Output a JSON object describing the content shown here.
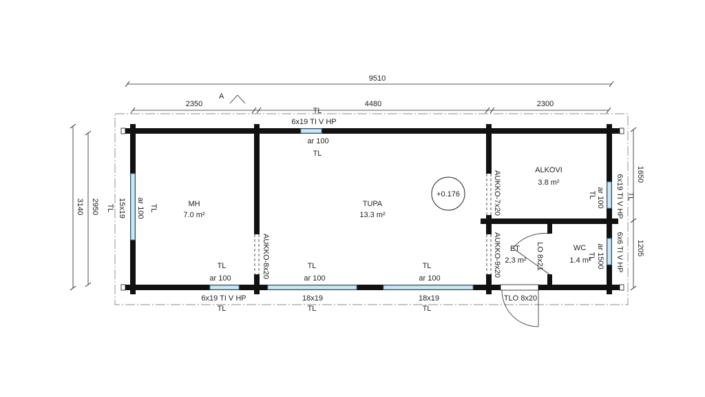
{
  "dimensions": {
    "overall_width": "9510",
    "segment_left": "2350",
    "segment_middle": "4480",
    "segment_right": "2300",
    "overall_height": "3140",
    "inner_height": "2950",
    "right_upper": "1650",
    "right_lower": "1205"
  },
  "section_marker": "A",
  "rooms": {
    "mh": {
      "name": "MH",
      "area": "7.0 m²"
    },
    "tupa": {
      "name": "TUPA",
      "area": "13.3 m²"
    },
    "alkovi": {
      "name": "ALKOVI",
      "area": "3.8 m²"
    },
    "et": {
      "name": "ET",
      "area": "2,3 m²"
    },
    "wc": {
      "name": "WC",
      "area": "1.4 m²"
    }
  },
  "level_mark": "+0.176",
  "labels": {
    "tl": "TL",
    "top_window": "6x19 TI V HP",
    "ar100": "ar 100",
    "left_window": "15x19",
    "bottom_window_left": "6x19 TI V HP",
    "bottom_window_mid": "18x19",
    "bottom_window_right": "18x19",
    "right_window_upper": "6x19 TI V HP",
    "right_window_lower": "6x6 TI V HP",
    "ar1500": "ar 1500",
    "opening_mh": "AUKKO-8x20",
    "opening_alkovi": "AUKKO-7x20",
    "opening_et": "AUKKO-9x20",
    "door_wc": "LO 8x21",
    "door_entry": "TLO 8x20"
  }
}
